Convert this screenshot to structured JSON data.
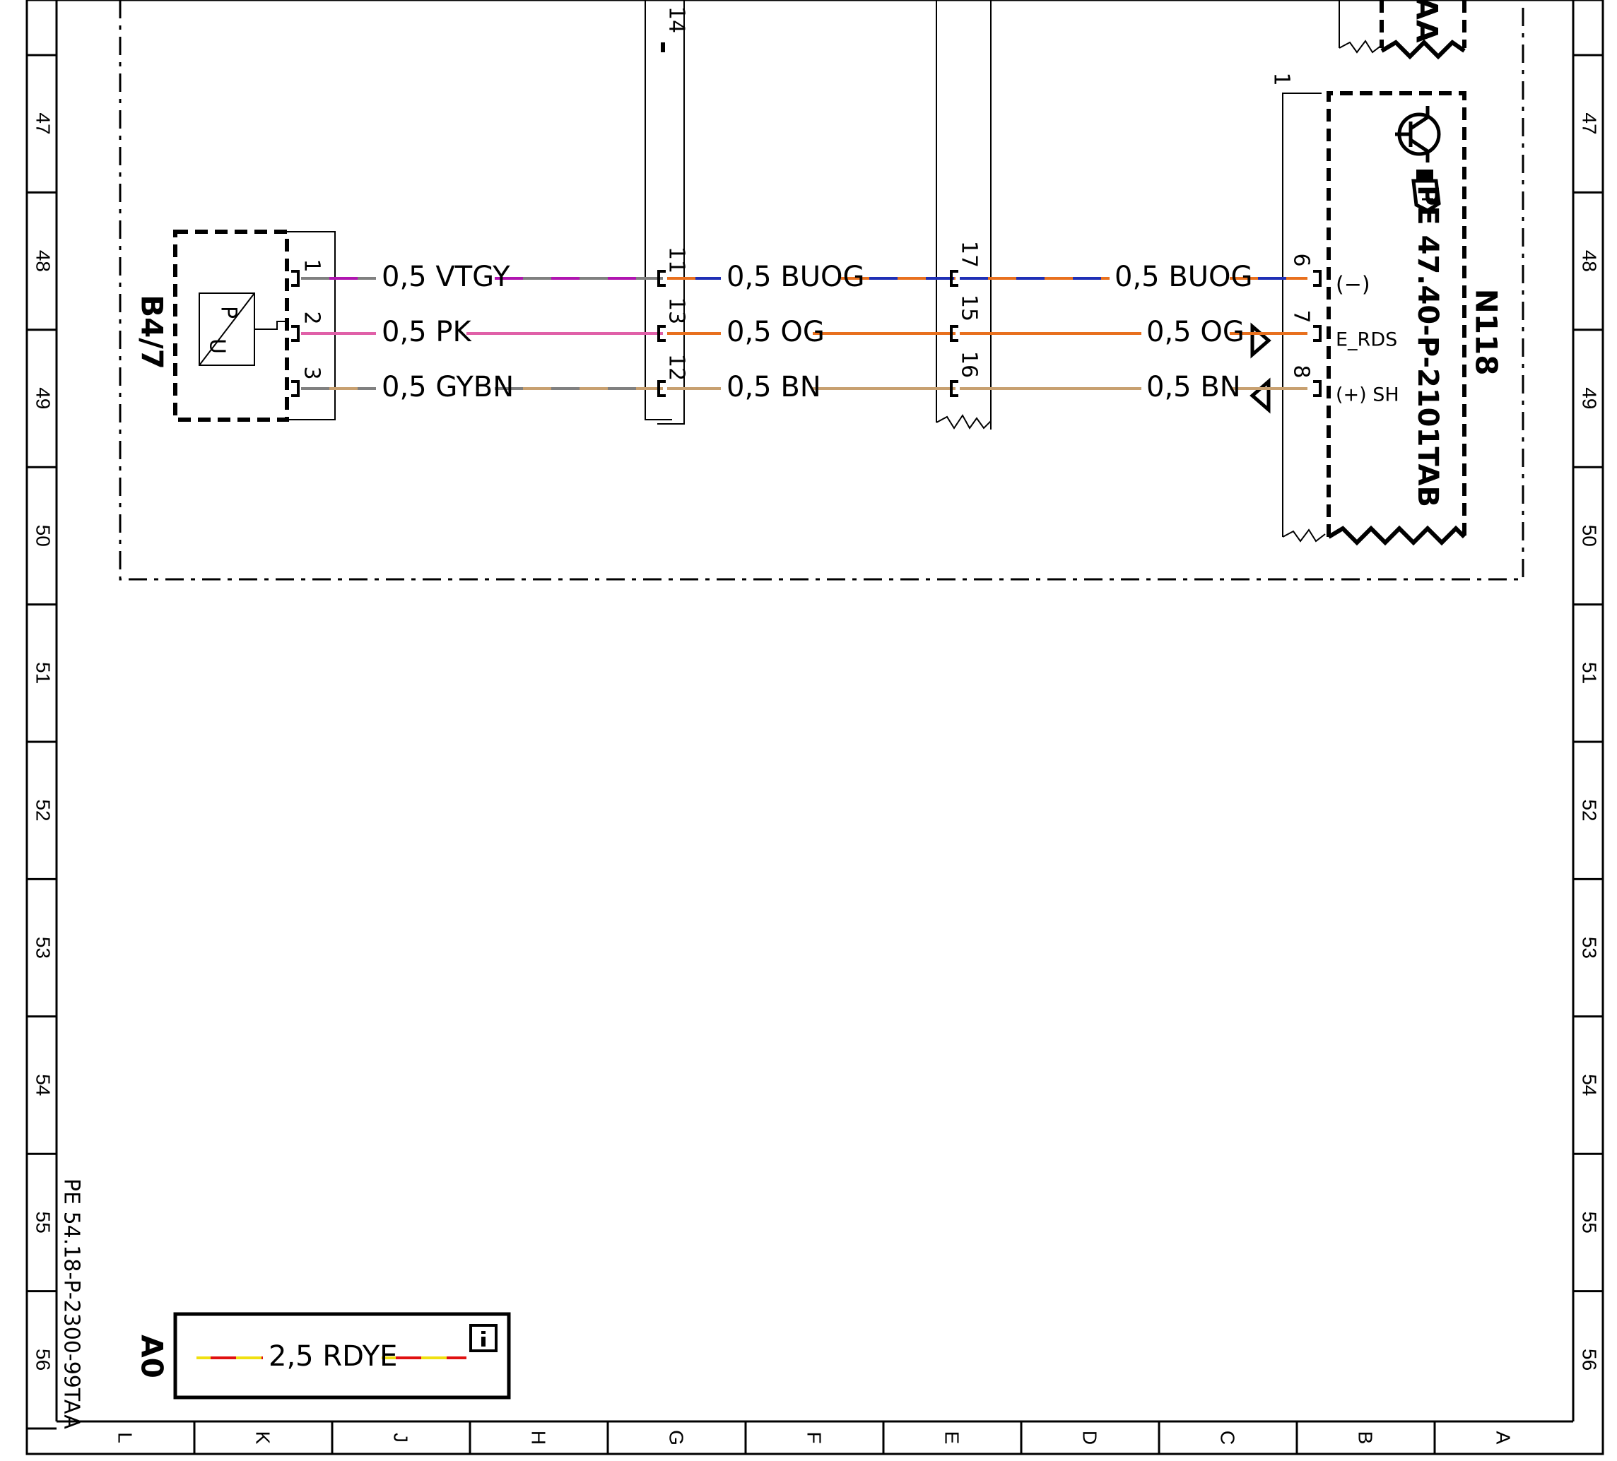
{
  "grid": {
    "rows": [
      "47",
      "48",
      "49",
      "50",
      "51",
      "52",
      "53",
      "54",
      "55",
      "56"
    ],
    "columns": [
      "L",
      "K",
      "J",
      "H",
      "G",
      "F",
      "E",
      "D",
      "C",
      "B",
      "A"
    ]
  },
  "components": {
    "b4_7": {
      "label": "B4/7",
      "sensor_top": "P",
      "sensor_bottom": "U",
      "pins": [
        "1",
        "2",
        "3"
      ]
    },
    "connector_g": {
      "pins": [
        "11",
        "13",
        "12"
      ],
      "top_pin": "14"
    },
    "connector_e": {
      "pins": [
        "17",
        "15",
        "16"
      ]
    },
    "n118": {
      "label": "N118",
      "reference": "PE 47.40-P-2101TAB",
      "pins": [
        "6",
        "7",
        "8"
      ],
      "pin_functions": [
        "(−)",
        "E_RDS",
        "(+) SH"
      ],
      "shield_pin": "1"
    },
    "upper_box_text": "AA"
  },
  "wires": [
    {
      "segments": [
        "0,5 VTGY",
        "0,5 BUOG",
        "0,5 BUOG"
      ]
    },
    {
      "segments": [
        "0,5 PK",
        "0,5 OG",
        "0,5 OG"
      ]
    },
    {
      "segments": [
        "0,5 GYBN",
        "0,5 BN",
        "0,5 BN"
      ]
    }
  ],
  "colors": {
    "VT": "#b015b0",
    "GY": "#808080",
    "PK": "#e060a8",
    "BU": "#1f2fb5",
    "OG": "#e8701e",
    "BN": "#c8a070",
    "RD": "#e01010",
    "YE": "#f0e010"
  },
  "legend": {
    "label": "A0",
    "wire": "2,5 RDYE",
    "info_icon": "info-icon"
  },
  "footer": {
    "doc_ref": "PE 54.18-P-2300-99TAA"
  }
}
